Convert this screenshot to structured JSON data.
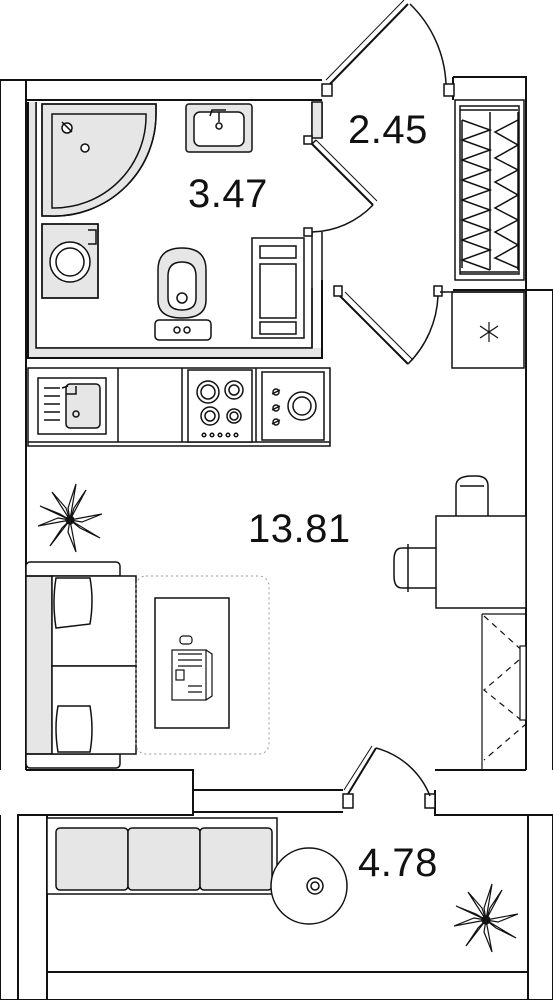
{
  "plan": {
    "rooms": [
      {
        "id": "bathroom",
        "area": "3.47"
      },
      {
        "id": "hallway",
        "area": "2.45"
      },
      {
        "id": "living-room",
        "area": "13.81"
      },
      {
        "id": "balcony",
        "area": "4.78"
      }
    ]
  },
  "colors": {
    "wall": "#111111",
    "fixture_fill": "#e6e6e6",
    "background": "#ffffff"
  },
  "icons": [
    "shower-icon",
    "sink-icon",
    "washing-machine-icon",
    "toilet-icon",
    "towel-rack-icon",
    "kitchen-sink-icon",
    "cooktop-icon",
    "stove-knobs-icon",
    "plant-icon",
    "sofa-icon",
    "laptop-icon",
    "table-icon",
    "chair-icon",
    "wardrobe-icon",
    "balcony-sofa-icon",
    "round-table-icon"
  ]
}
